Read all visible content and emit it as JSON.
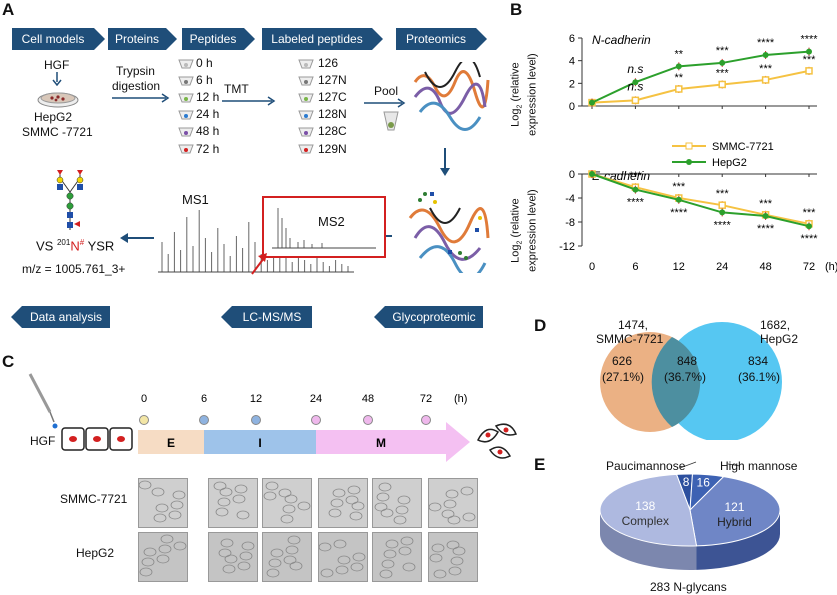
{
  "panels": {
    "a": "A",
    "b": "B",
    "c": "C",
    "d": "D",
    "e": "E"
  },
  "panel_a": {
    "top_banners": [
      "Cell models",
      "Proteins",
      "Peptides",
      "Labeled peptides",
      "Proteomics"
    ],
    "bottom_banners": [
      "Data analysis",
      "LC-MS/MS",
      "Glycoproteomic"
    ],
    "hgf": "HGF",
    "cell_lines": [
      "HepG2",
      "SMMC -7721"
    ],
    "digest": [
      "Trypsin",
      "digestion"
    ],
    "timepoints": [
      "0 h",
      "6 h",
      "12 h",
      "24 h",
      "48 h",
      "72 h"
    ],
    "tmt": "TMT",
    "labels": [
      "126",
      "127N",
      "127C",
      "128N",
      "128C",
      "129N"
    ],
    "pool": "Pool",
    "ms1": "MS1",
    "ms2": "MS2",
    "peptide_prefix": "VS",
    "peptide_sup": "201",
    "peptide_n": "N",
    "peptide_hash": "#",
    "peptide_suffix": "YSR",
    "mz": "m/z = 1005.761_3+"
  },
  "panel_b": {
    "ylabel_top": "Log2 (relative expression level)",
    "ylabel_l1": "Log",
    "ylabel_sub": "2",
    "ylabel_l1b": " (relative",
    "ylabel_l2": "expression level)",
    "unit": "(h)",
    "colors": {
      "smmc": "#f5c242",
      "hepg2": "#2ca02c",
      "err": "#d62728"
    }
  },
  "chart_data": [
    {
      "type": "line",
      "title": "N-cadherin",
      "x": [
        0,
        6,
        12,
        24,
        48,
        72
      ],
      "xlabel": "",
      "ylabel": "Log2 (relative expression level)",
      "ylim": [
        0,
        6
      ],
      "yticks": [
        0,
        2,
        4,
        6
      ],
      "series": [
        {
          "name": "SMMC-7721",
          "values": [
            0.3,
            0.5,
            1.5,
            1.9,
            2.3,
            3.1
          ]
        },
        {
          "name": "HepG2",
          "values": [
            0.3,
            2.1,
            3.5,
            3.8,
            4.5,
            4.8
          ]
        }
      ],
      "annotations_hepg2": [
        "",
        "n.s",
        "**",
        "***",
        "****",
        "****"
      ],
      "annotations_smmc": [
        "",
        "n.s",
        "**",
        "***",
        "***",
        "***"
      ]
    },
    {
      "type": "line",
      "title": "E-cadherin",
      "x": [
        0,
        6,
        12,
        24,
        48,
        72
      ],
      "xticks": [
        "0",
        "6",
        "12",
        "24",
        "48",
        "72"
      ],
      "xlabel": "(h)",
      "ylabel": "Log2 (relative expression level)",
      "ylim": [
        -12,
        0
      ],
      "yticks": [
        0,
        -4,
        -8,
        -12
      ],
      "ytick_labels": [
        "0",
        "-4",
        "-8",
        "-12"
      ],
      "legend": "top-right",
      "series": [
        {
          "name": "SMMC-7721",
          "values": [
            0,
            -2.2,
            -4.0,
            -5.2,
            -6.8,
            -8.3
          ]
        },
        {
          "name": "HepG2",
          "values": [
            0,
            -2.6,
            -4.3,
            -6.4,
            -7.0,
            -8.7
          ]
        }
      ],
      "annotations_above": [
        "",
        "***",
        "***",
        "***",
        "***",
        "***"
      ],
      "annotations_below": [
        "",
        "****",
        "****",
        "****",
        "****",
        "****"
      ]
    },
    {
      "type": "venn",
      "sets": [
        {
          "name": "SMMC-7721",
          "total": "1474,",
          "label": "SMMC-7721"
        },
        {
          "name": "HepG2",
          "total": "1682,",
          "label": "HepG2"
        }
      ],
      "regions": [
        {
          "value": "626",
          "pct": "(27.1%)"
        },
        {
          "value": "848",
          "pct": "(36.7%)"
        },
        {
          "value": "834",
          "pct": "(36.1%)"
        }
      ]
    },
    {
      "type": "pie",
      "title": "283 N-glycans",
      "slices": [
        {
          "name": "Complex",
          "value": 138,
          "color": "#aeb9e0"
        },
        {
          "name": "Hybrid",
          "value": 121,
          "color": "#6f86c6"
        },
        {
          "name": "High mannose",
          "value": 16,
          "color": "#3d62b3"
        },
        {
          "name": "Paucimannose",
          "value": 8,
          "color": "#2c4f9e"
        }
      ]
    }
  ],
  "panel_c": {
    "hgf": "HGF",
    "times": [
      "0",
      "6",
      "12",
      "24",
      "48",
      "72"
    ],
    "unit": "(h)",
    "phases": [
      "E",
      "I",
      "M"
    ],
    "rows": [
      "SMMC-7721",
      "HepG2"
    ]
  }
}
